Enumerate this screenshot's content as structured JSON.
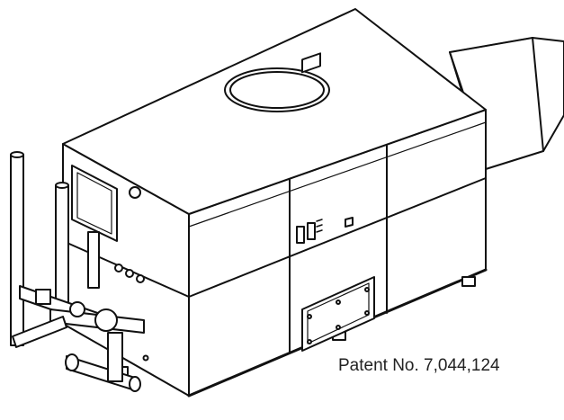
{
  "caption": {
    "patent_text": "Patent No. 7,044,124"
  },
  "colors": {
    "line": "#111111",
    "fill": "#ffffff",
    "text": "#222222"
  },
  "components": [
    "unit-cabinet-outline",
    "top-vent-ring",
    "exhaust-duct",
    "control-panel",
    "access-panel",
    "front-plumbing-assembly",
    "vertical-pipes",
    "inlet-port",
    "indicator-lights"
  ]
}
